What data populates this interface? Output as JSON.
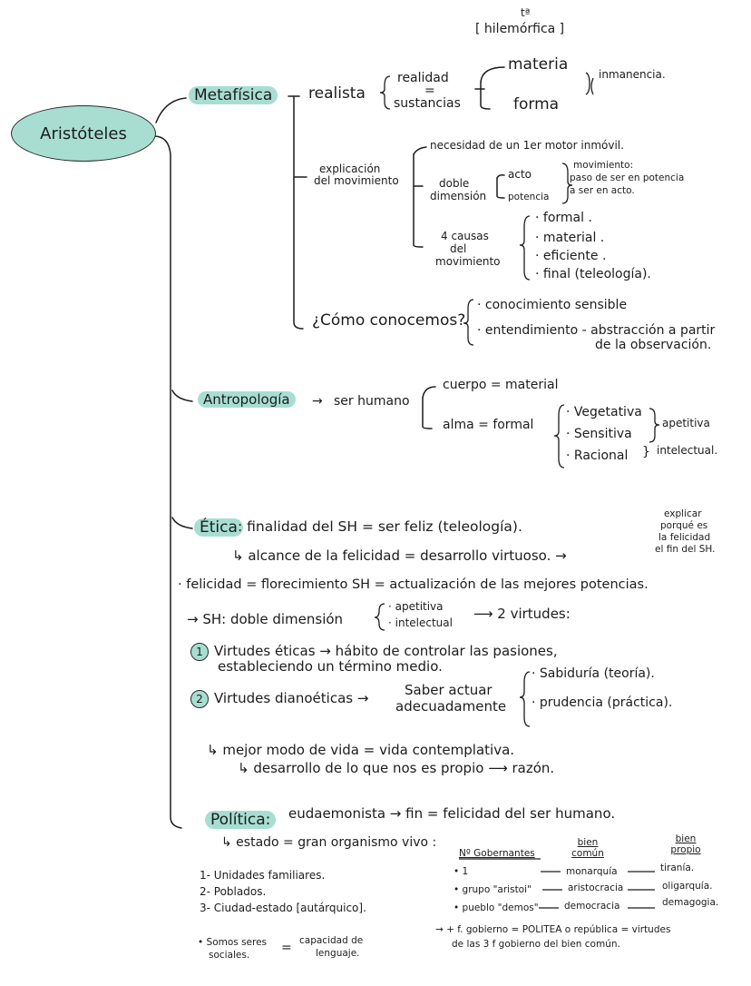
{
  "title": "Aristóteles",
  "hilemorfica": {
    "top": "tª",
    "text": "[ hilemórfica ]"
  },
  "metafisica": {
    "label": "Metafísica",
    "realista": "realista",
    "realidad": "realidad",
    "equals": "=",
    "sustancias": "sustancias",
    "materia": "materia",
    "forma": "forma",
    "inmanencia": "inmanencia.",
    "explicacion": [
      "explicación",
      "del movimiento"
    ],
    "necesidad": "necesidad de un 1er motor inmóvil.",
    "doble": [
      "doble",
      "dimensión"
    ],
    "acto": "acto",
    "potencia": "potencia",
    "movimiento_def": [
      "movimiento:",
      "paso de ser en potencia",
      "a ser en acto."
    ],
    "causas_label": [
      "4 causas",
      "del",
      "movimiento"
    ],
    "causas": [
      "· formal .",
      "· material .",
      "· eficiente .",
      "· final (teleología)."
    ],
    "como": "¿Cómo conocemos?",
    "conocimiento": "· conocimiento sensible",
    "entendimiento": "· entendimiento - abstracción a partir",
    "observacion": "de la observación."
  },
  "antropologia": {
    "label": "Antropología",
    "ser_humano": "ser humano",
    "cuerpo": "cuerpo = material",
    "alma": "alma = formal",
    "almas": [
      "· Vegetativa",
      "· Sensitiva",
      "· Racional"
    ],
    "apetitiva": "apetitiva",
    "intelectual": "intelectual."
  },
  "etica": {
    "label": "Ética",
    "finalidad": ": finalidad del SH = ser feliz (teleología).",
    "explicar": [
      "explicar",
      "porqué es",
      "la felicidad",
      "el fin del SH."
    ],
    "alcance": "↳ alcance de la felicidad = desarrollo virtuoso. →",
    "felicidad": "· felicidad = florecimiento SH = actualización de las mejores potencias.",
    "sh_doble": "→ SH: doble dimensión",
    "apet_int": [
      "· apetitiva",
      "· intelectual"
    ],
    "virtudes2": "⟶ 2 virtudes:",
    "v1_num": "1",
    "v1": [
      "Virtudes éticas → hábito de controlar las pasiones,",
      "estableciendo un término medio."
    ],
    "v2_num": "2",
    "v2": "Virtudes dianoéticas →",
    "saber": [
      "Saber actuar",
      "adecuadamente"
    ],
    "sab_pru": [
      "· Sabiduría (teoría).",
      "· prudencia (práctica)."
    ],
    "mejor": "↳ mejor modo de vida = vida contemplativa.",
    "desarrollo": "↳ desarrollo de lo que nos es propio ⟶ razón."
  },
  "politica": {
    "label": "Política:",
    "eudaemonista": "eudaemonista → fin = felicidad del ser humano.",
    "estado": "↳ estado = gran organismo vivo :",
    "table_headers": [
      "Nº Gobernantes",
      "bien común",
      "bien propio"
    ],
    "table_rows": [
      [
        "• 1",
        "monarquía",
        "tiranía."
      ],
      [
        "• grupo \"aristoi\"",
        "aristocracia",
        "oligarquía."
      ],
      [
        "• pueblo \"demos\"",
        "democracia",
        "demagogia."
      ]
    ],
    "lista": [
      "1- Unidades familiares.",
      "2- Poblados.",
      "3- Ciudad-estado [autárquico]."
    ],
    "seres": [
      "• Somos seres",
      "sociales."
    ],
    "capacidad": [
      "capacidad de",
      "lenguaje."
    ],
    "politea": [
      "→ + f. gobierno = POLITEA o república = virtudes",
      "de las 3 f gobierno del bien común."
    ]
  },
  "colors": {
    "highlight": "#a8ded2",
    "ink": "#1c1c1c"
  }
}
